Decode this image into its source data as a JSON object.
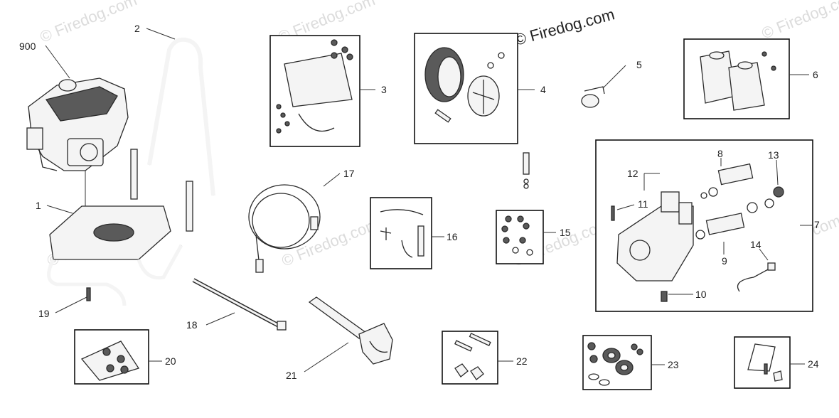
{
  "copyright": "© Firedog.com",
  "watermark": "© Firedog.com",
  "callouts": [
    "900",
    "2",
    "3",
    "4",
    "5",
    "6",
    "1",
    "12",
    "8",
    "13",
    "17",
    "11",
    "16",
    "15",
    "7",
    "9",
    "14",
    "19",
    "10",
    "18",
    "20",
    "21",
    "22",
    "23",
    "24"
  ],
  "colors": {
    "line": "#333333",
    "watermark": "#dcdcdc",
    "background": "#ffffff"
  }
}
